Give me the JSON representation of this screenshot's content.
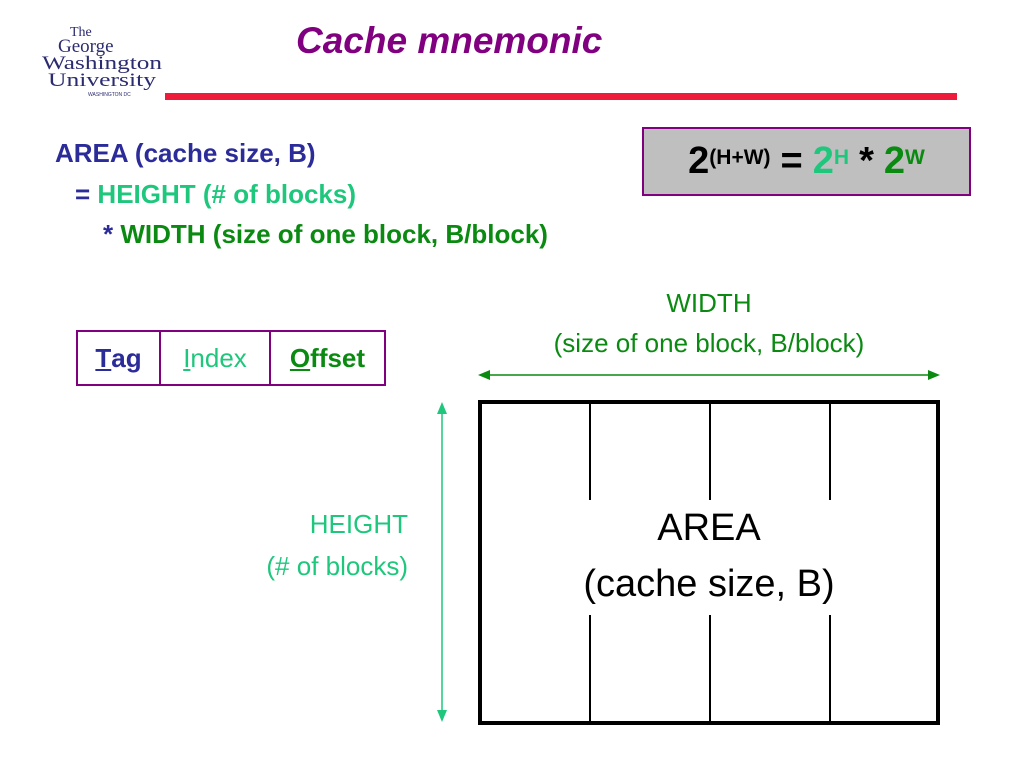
{
  "logo": {
    "line1": "The",
    "line2": "George",
    "line3": "Washington",
    "line4": "University",
    "line5": "WASHINGTON DC"
  },
  "slide": {
    "title": "Cache mnemonic"
  },
  "definition": {
    "line1": "AREA (cache size, B)",
    "eq_sign": "=",
    "height_term": "HEIGHT (# of blocks)",
    "times_sign": "*",
    "width_term": "WIDTH (size of one block, B/block)"
  },
  "equation": {
    "base1": "2",
    "exp1": "(H+W)",
    "equals": "=",
    "base2": "2",
    "exp2": "H",
    "times": "*",
    "base3": "2",
    "exp3": "W"
  },
  "address_fields": [
    {
      "initial": "T",
      "rest": "ag"
    },
    {
      "initial": "I",
      "rest": "ndex"
    },
    {
      "initial": "O",
      "rest": "ffset"
    }
  ],
  "width_label": {
    "line1": "WIDTH",
    "line2": "(size of one block, B/block)"
  },
  "height_label": {
    "line1": "HEIGHT",
    "line2": "(# of blocks)"
  },
  "area_label": {
    "line1": "AREA",
    "line2": "(cache size, B)"
  },
  "colors": {
    "title": "#800080",
    "rule": "#ee1c3a",
    "navy": "#2b2b99",
    "green": "#0b8a12",
    "teal": "#1fc77d",
    "box_fill": "#bfbfbf"
  }
}
